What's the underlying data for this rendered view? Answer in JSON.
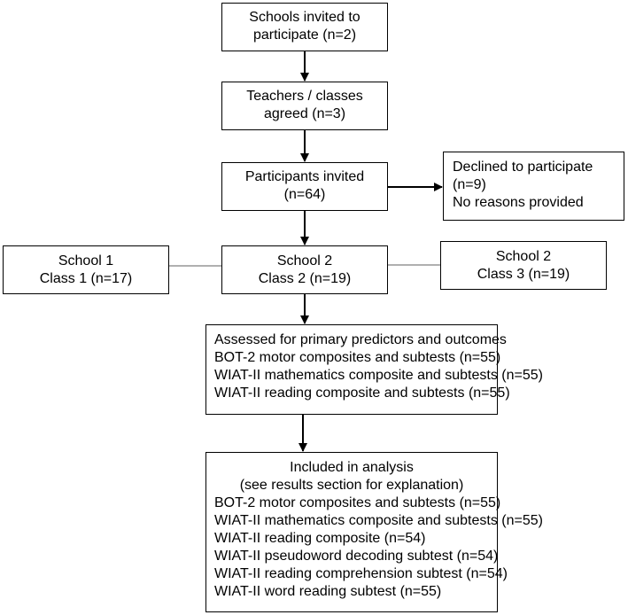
{
  "flowchart": {
    "invited": [
      "Schools invited to",
      "participate (n=2)"
    ],
    "teachers": [
      "Teachers / classes",
      "agreed (n=3)"
    ],
    "participants": [
      "Participants invited",
      "(n=64)"
    ],
    "declined": [
      "Declined to participate",
      "(n=9)",
      "No reasons provided"
    ],
    "school1": [
      "School 1",
      "Class 1 (n=17)"
    ],
    "school2_class2": [
      "School 2",
      "Class 2 (n=19)"
    ],
    "school2_class3": [
      "School 2",
      "Class 3 (n=19)"
    ],
    "assessed": {
      "heading": "Assessed for primary predictors and outcomes",
      "items": [
        "BOT-2 motor composites and subtests (n=55)",
        "WIAT-II mathematics composite and subtests (n=55)",
        "WIAT-II reading composite and subtests (n=55)"
      ]
    },
    "included": {
      "heading": "Included in analysis",
      "subheading": "(see results section for explanation)",
      "items": [
        "BOT-2 motor composites and subtests (n=55)",
        "WIAT-II mathematics composite and subtests (n=55)",
        "WIAT-II reading composite (n=54)",
        "WIAT-II pseudoword decoding subtest (n=54)",
        "WIAT-II reading comprehension subtest (n=54)",
        "WIAT-II word reading subtest (n=55)"
      ]
    }
  },
  "colors": {
    "stroke": "#000000",
    "connector_gray": "#808080",
    "background": "#ffffff"
  }
}
